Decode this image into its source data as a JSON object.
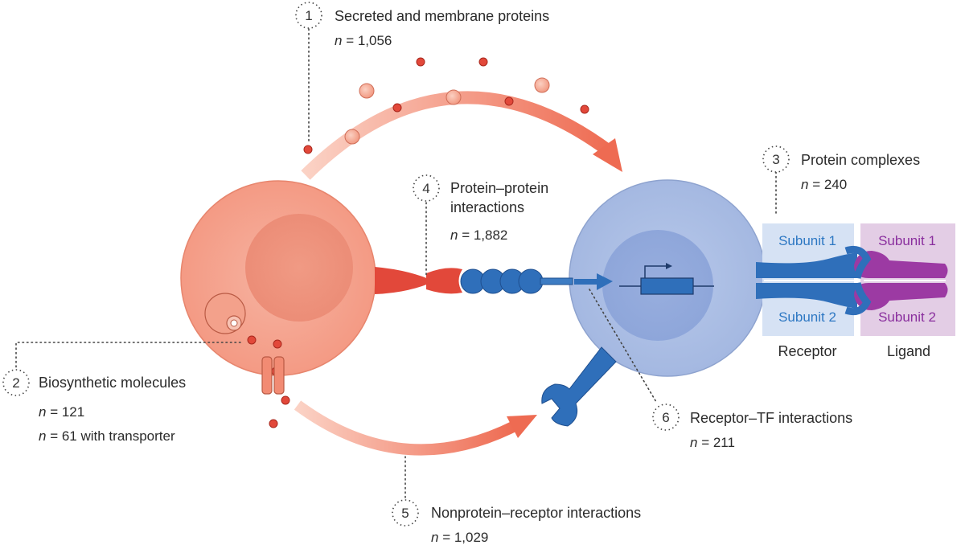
{
  "callouts": [
    {
      "id": "1",
      "title": "Secreted and membrane proteins",
      "n_label": "n",
      "n_value": " = 1,056"
    },
    {
      "id": "2",
      "title": "Biosynthetic molecules",
      "n_label": "n",
      "n_value": " = 121",
      "n2_label": "n",
      "n2_value": " = 61 with transporter"
    },
    {
      "id": "3",
      "title": "Protein complexes",
      "n_label": "n",
      "n_value": " = 240"
    },
    {
      "id": "4",
      "title_line1": "Protein–protein",
      "title_line2": "interactions",
      "n_label": "n",
      "n_value": " = 1,882"
    },
    {
      "id": "5",
      "title": "Nonprotein–receptor interactions",
      "n_label": "n",
      "n_value": " = 1,029"
    },
    {
      "id": "6",
      "title": "Receptor–TF interactions",
      "n_label": "n",
      "n_value": " = 211"
    }
  ],
  "receptor": {
    "subunit1": "Subunit 1",
    "subunit2": "Subunit 2",
    "caption": "Receptor"
  },
  "ligand": {
    "subunit1": "Subunit 1",
    "subunit2": "Subunit 2",
    "caption": "Ligand"
  },
  "colors": {
    "sender_cell": "#f4a48f",
    "receiver_cell": "#a9bde3",
    "protein_red": "#e2483a",
    "protein_blue": "#2f6fba",
    "ligand_purple": "#9c3aa3",
    "dotted_line": "#444444"
  }
}
